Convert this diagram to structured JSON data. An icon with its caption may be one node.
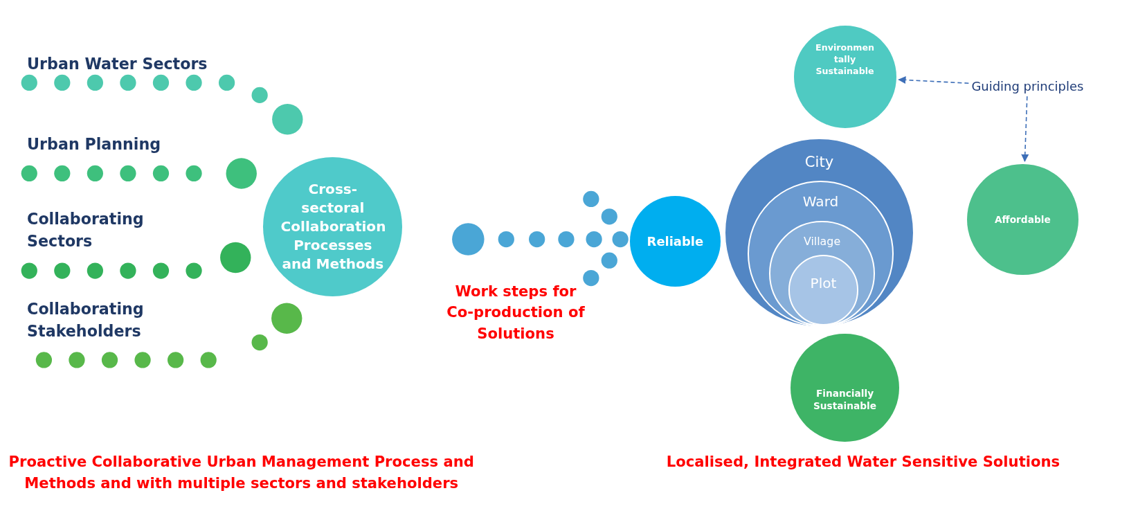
{
  "diagram": {
    "nodes": [
      {
        "text": [
          "Cross-sectoral Collaboration Processes and Methods"
        ]
      },
      {
        "text": [
          "Reliable"
        ]
      },
      {
        "text": [
          "City"
        ]
      },
      {
        "text": [
          "Ward"
        ],
        "in": 2
      },
      {
        "text": [
          "Village"
        ],
        "in": 3
      },
      {
        "text": [
          "Plot"
        ],
        "in": 4
      },
      {
        "text": [
          "Environmen tally Sustainable"
        ]
      },
      {
        "text": [
          "Affordable"
        ]
      },
      {
        "text": [
          "Financially Sustainable"
        ]
      },
      {
        "text": [
          "Guiding principles"
        ]
      }
    ],
    "edges": [
      {
        "from": 9,
        "to": 6,
        "arrow": "to",
        "style": "dashed"
      },
      {
        "from": 9,
        "to": 7,
        "arrow": "to",
        "style": "dashed"
      }
    ],
    "labels": [
      "Urban Water Sectors",
      "Urban Planning",
      "Collaborating Sectors",
      "Collaborating Stakeholders",
      "Work steps for Co-production of Solutions",
      "Proactive Collaborative Urban Management Process and Methods and with multiple sectors and stakeholders",
      "Localised, Integrated Water Sensitive Solutions"
    ]
  }
}
